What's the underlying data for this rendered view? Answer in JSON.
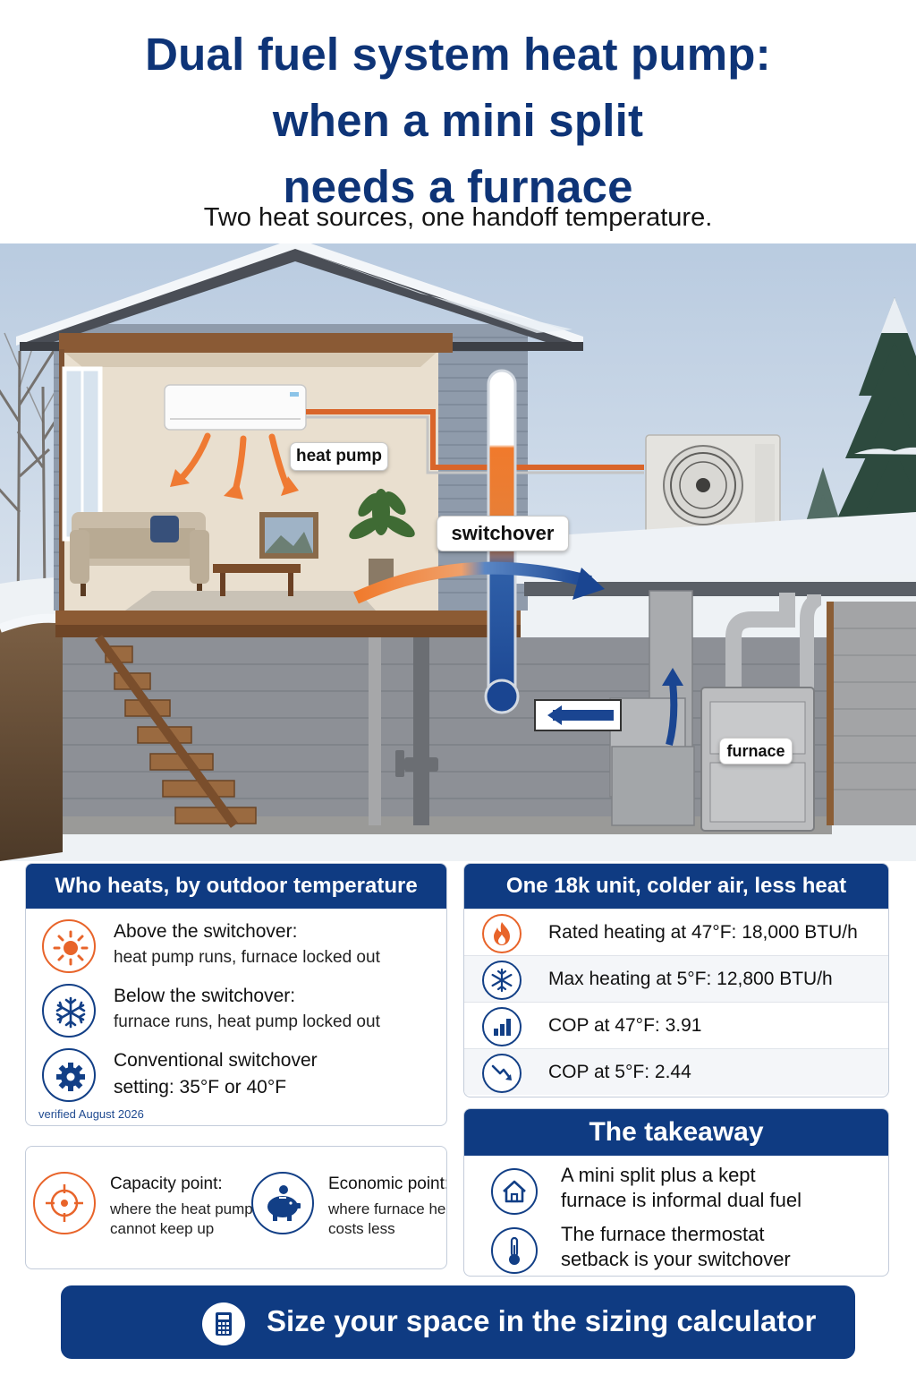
{
  "header": {
    "title": "Dual fuel system heat pump:\nwhen a mini split\nneeds a furnace",
    "subtitle": "Two heat sources, one handoff temperature."
  },
  "illustration": {
    "labels": {
      "heat_pump": "heat pump",
      "switchover": "switchover",
      "furnace": "furnace"
    }
  },
  "who_heats": {
    "title": "Who heats, by outdoor temperature",
    "rows": [
      {
        "icon": "sun-icon",
        "line1": "Above the switchover:",
        "line2": "heat pump runs, furnace locked out"
      },
      {
        "icon": "snowflake-icon",
        "line1": "Below the switchover:",
        "line2": "furnace runs, heat pump locked out"
      },
      {
        "icon": "gear-icon",
        "line1": "Conventional switchover",
        "line2": "setting: 35°F or 40°F"
      }
    ],
    "verified": "verified August 2026"
  },
  "points": [
    {
      "icon": "target-icon",
      "title": "Capacity point:",
      "desc": "where the heat pump\ncannot keep up"
    },
    {
      "icon": "piggy-bank-icon",
      "title": "Economic point:",
      "desc": "where furnace heat\ncosts less"
    }
  ],
  "unit_specs": {
    "title": "One 18k unit, colder air, less heat",
    "rows": [
      {
        "icon": "flame-icon",
        "text": "Rated heating at 47°F: 18,000 BTU/h"
      },
      {
        "icon": "snowflake-icon",
        "text": "Max heating at 5°F: 12,800 BTU/h"
      },
      {
        "icon": "bar-chart-icon",
        "text": "COP at 47°F: 3.91"
      },
      {
        "icon": "trend-down-icon",
        "text": "COP at 5°F: 2.44"
      }
    ]
  },
  "takeaway": {
    "title": "The takeaway",
    "rows": [
      {
        "icon": "house-icon",
        "text": "A mini split plus a kept\nfurnace is informal dual fuel"
      },
      {
        "icon": "thermometer-icon",
        "text": "The furnace thermostat\nsetback is your switchover"
      }
    ]
  },
  "cta": {
    "icon": "calculator-icon",
    "label": "Size your space in the sizing calculator"
  },
  "colors": {
    "navy": "#0f3b82",
    "title_navy": "#0e3477",
    "orange": "#e8642a",
    "panel_border": "#c3ccda"
  }
}
